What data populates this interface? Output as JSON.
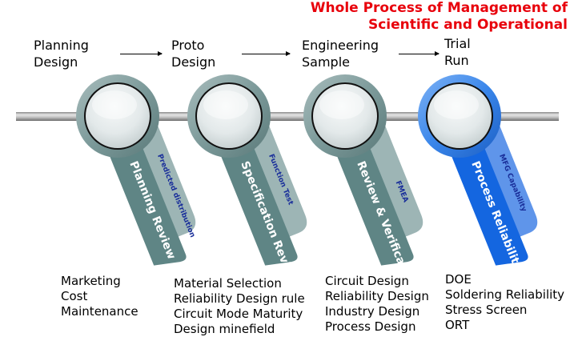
{
  "title": {
    "line1": "Whole Process of Management of",
    "line2": "Scientific and Operational"
  },
  "stages": [
    {
      "line1": "Planning",
      "line2": "Design"
    },
    {
      "line1": "Proto",
      "line2": "Design"
    },
    {
      "line1": "Engineering",
      "line2": "Sample"
    },
    {
      "line1": "Trial",
      "line2": "Run"
    }
  ],
  "tags": [
    {
      "main": "Planning Review",
      "sub": "Predicted distribution",
      "theme": "gray"
    },
    {
      "main": "Specification Review",
      "sub": "Function Test",
      "theme": "gray"
    },
    {
      "main": "Review & Verification",
      "sub": "FMEA",
      "theme": "gray"
    },
    {
      "main": "Process Reliability",
      "sub": "MFG Capability",
      "theme": "blue"
    }
  ],
  "lists": [
    [
      "Marketing",
      "Cost",
      "Maintenance"
    ],
    [
      "Material Selection",
      "Reliability Design rule",
      "Circuit Mode Maturity",
      "Design minefield"
    ],
    [
      "Circuit Design",
      "Reliability Design",
      "Industry Design",
      "Process Design"
    ],
    [
      "DOE",
      "Soldering Reliability",
      "Stress Screen",
      "ORT"
    ]
  ],
  "colors": {
    "title": "#e8000b",
    "gray_main": "#5f8585",
    "gray_light": "#9db5b5",
    "blue_main": "#1466e0",
    "blue_light": "#5f95ea",
    "sub_text": "#1a2f9a"
  }
}
